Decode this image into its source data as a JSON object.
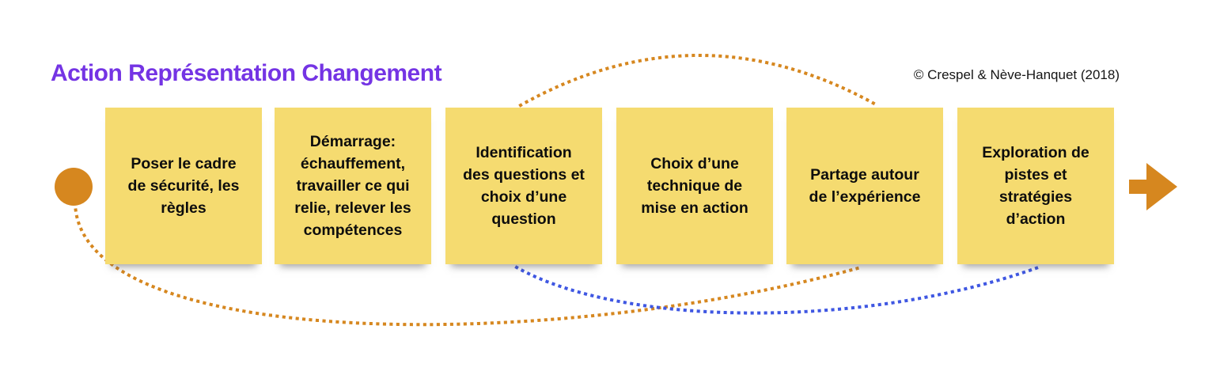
{
  "title": "Action Représentation Changement",
  "credit": "© Crespel & Nève-Hanquet (2018)",
  "steps": [
    {
      "label": "Poser le cadre\nde sécurité, les\nrègles"
    },
    {
      "label": "Démarrage:\néchauffement,\ntravailler ce qui\nrelie, relever les\ncompétences"
    },
    {
      "label": "Identification\ndes questions et\nchoix d’une\nquestion"
    },
    {
      "label": "Choix d’une\ntechnique de\nmise en action"
    },
    {
      "label": "Partage autour\nde l’expérience"
    },
    {
      "label": "Exploration de\npistes et\nstratégies\nd’action"
    }
  ],
  "flow": {
    "start_marker": "orange-circle",
    "end_marker": "orange-right-arrow",
    "top_arc": "orange dotted arc from step 3 to step 5",
    "bottom_arc_orange": "orange dotted curve from start circle to below step 5",
    "bottom_arc_blue": "blue dotted curve from below step 3 to below step 6"
  },
  "colors": {
    "title_purple": "#7434e4",
    "note_yellow": "#f5db70",
    "accent_orange": "#d6871f",
    "accent_blue": "#3f57e2",
    "text_black": "#0d0d0d",
    "background": "#ffffff"
  }
}
